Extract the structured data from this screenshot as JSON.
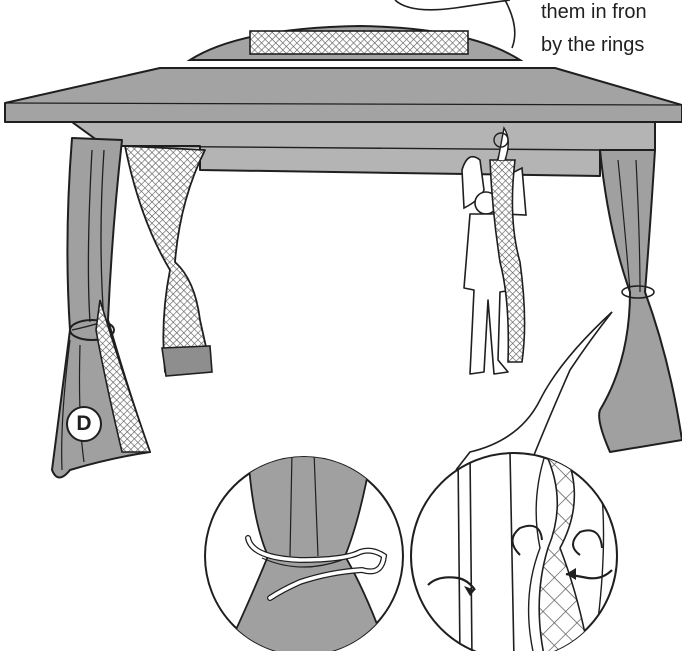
{
  "instruction": {
    "lines": [
      "them in fron",
      "by the rings"
    ]
  },
  "part_label": "D",
  "colors": {
    "canopy": "#a3a3a3",
    "canopy_dark": "#8e8e8e",
    "frame": "#b4b4b4",
    "curtain": "#a0a0a0",
    "curtain_dark": "#8b8b8b",
    "mesh": "#7d7d7d",
    "outline": "#1f1f1f",
    "person": "#ffffff",
    "tie": "#ffffff",
    "arrow": "#1f1f1f"
  },
  "details": [
    {
      "name": "tie-back-detail",
      "subject": "curtain tied with cord"
    },
    {
      "name": "mesh-attach-detail",
      "subject": "mesh curtain attached by rings"
    }
  ]
}
